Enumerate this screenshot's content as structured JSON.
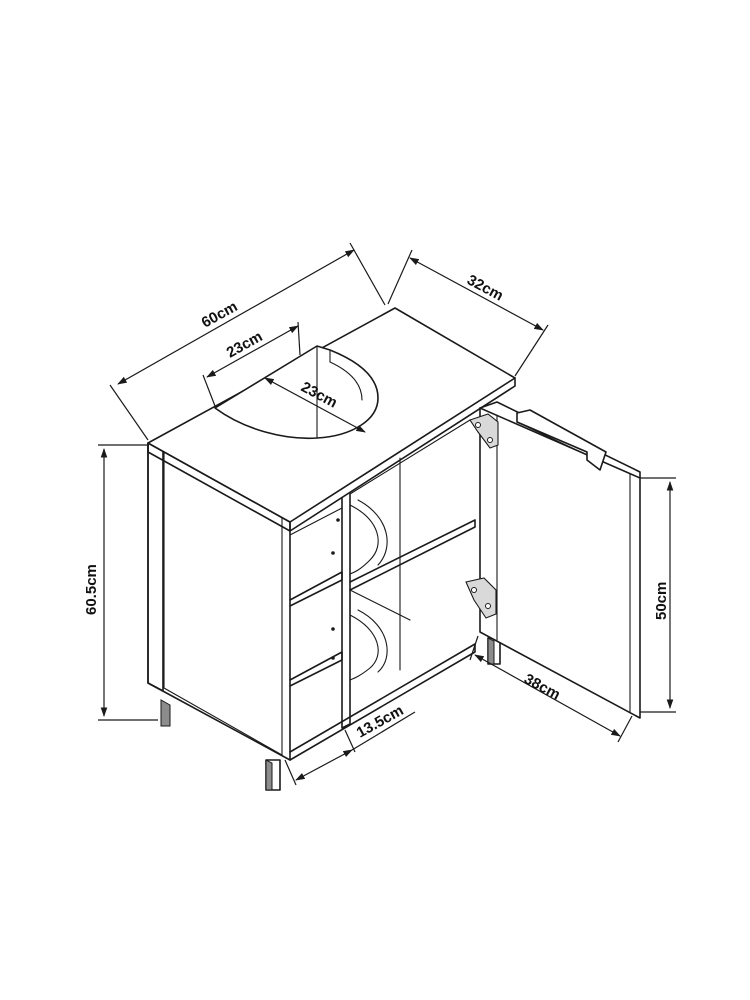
{
  "product": "Under-sink bathroom cabinet",
  "dimensions": {
    "width": "60cm",
    "depth": "32cm",
    "height": "60.5cm",
    "cutout_width": "23cm",
    "cutout_depth": "23cm",
    "door_height": "50cm",
    "door_width": "38cm",
    "shelf_width": "13.5cm"
  },
  "colors": {
    "line": "#1a1a1a",
    "background": "#ffffff",
    "hinge": "#d9d9d9"
  }
}
